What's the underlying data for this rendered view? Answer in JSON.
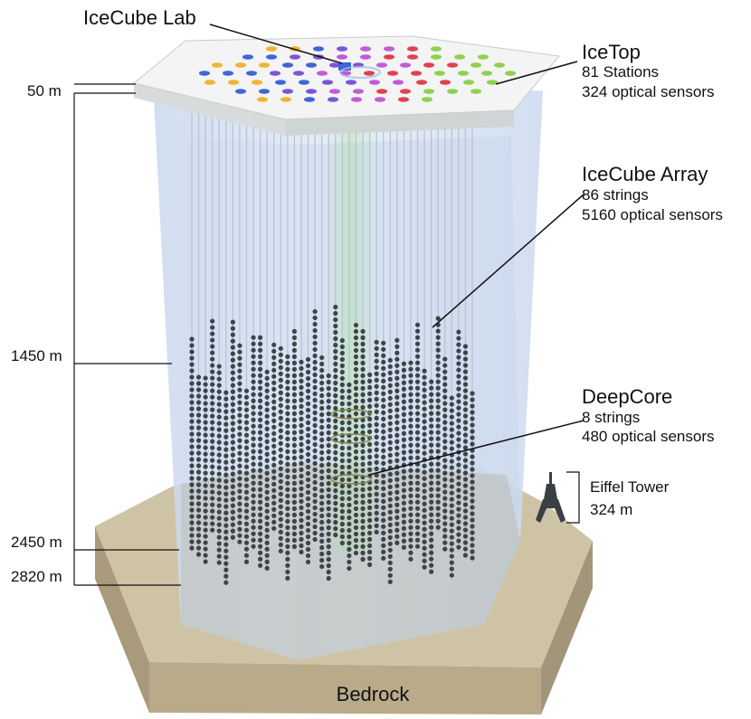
{
  "labels": {
    "lab": "IceCube Lab",
    "icetop": {
      "title": "IceTop",
      "line1": "81 Stations",
      "line2": "324 optical sensors"
    },
    "array": {
      "title": "IceCube Array",
      "line1": "86 strings",
      "line2": "5160 optical sensors"
    },
    "deepcore": {
      "title": "DeepCore",
      "line1": "8 strings",
      "line2": "480 optical sensors"
    },
    "eiffel": {
      "title": "Eiffel Tower",
      "height": "324 m"
    },
    "bedrock": "Bedrock"
  },
  "depths": [
    "50 m",
    "1450 m",
    "2450 m",
    "2820 m"
  ],
  "colors": {
    "ice": "#dbe6f5",
    "bedrock_top": "#cfc3a6",
    "bedrock_side": "#b6a988",
    "surface_top": "#f2f3f2",
    "surface_side": "#d9dcdc",
    "string_line": "#b8c1cc",
    "sensor": "#3c4448",
    "deepcore": "#9fe09a",
    "station_colors": [
      "#f2b232",
      "#3d66d6",
      "#7a56d6",
      "#c25bd6",
      "#e0424f",
      "#8fd14f"
    ]
  }
}
